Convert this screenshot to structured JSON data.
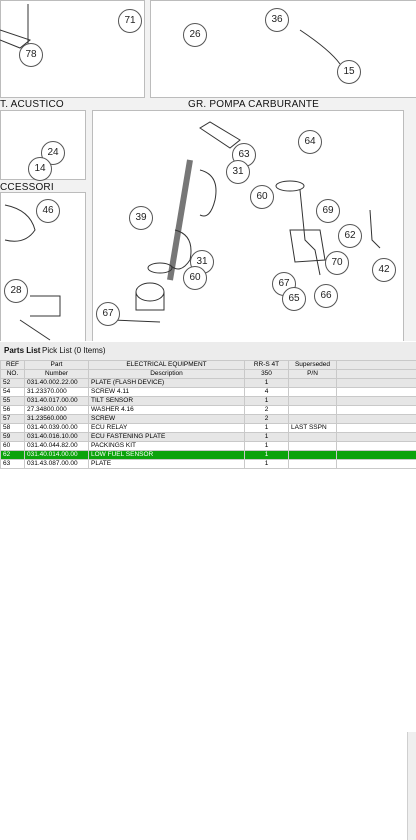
{
  "diagram": {
    "sections": [
      {
        "title": "T. ACUSTICO"
      },
      {
        "title": "GR. POMPA CARBURANTE"
      },
      {
        "title": "CCESSORI"
      }
    ],
    "callouts": [
      "71",
      "26",
      "36",
      "78",
      "15",
      "24",
      "14",
      "64",
      "63",
      "31",
      "60",
      "39",
      "69",
      "62",
      "70",
      "42",
      "31",
      "60",
      "67",
      "66",
      "65",
      "46",
      "28",
      "67"
    ]
  },
  "tabs": {
    "parts_list": "Parts List",
    "pick_list": "Pick List (0 Items)"
  },
  "table": {
    "header_row1": [
      "REF",
      "Part",
      "ELECTRICAL EQUIPMENT",
      "RR-S 4T",
      "Superseded"
    ],
    "header_row2": [
      "NO.",
      "Number",
      "Description",
      "350",
      "P/N"
    ],
    "rows": [
      [
        "52",
        "031.40.002.22.00",
        "PLATE (FLASH DEVICE)",
        "1",
        ""
      ],
      [
        "54",
        "31.23370.000",
        "SCREW 4.11",
        "4",
        ""
      ],
      [
        "55",
        "031.40.017.00.00",
        "TILT SENSOR",
        "1",
        ""
      ],
      [
        "56",
        "27.34800.000",
        "WASHER 4.16",
        "2",
        ""
      ],
      [
        "57",
        "31.23560.000",
        "SCREW",
        "2",
        ""
      ],
      [
        "58",
        "031.40.039.00.00",
        "ECU RELAY",
        "1",
        "LAST SSPN"
      ],
      [
        "59",
        "031.40.016.10.00",
        "ECU FASTENING PLATE",
        "1",
        ""
      ],
      [
        "60",
        "031.40.044.82.00",
        "PACKINGS KIT",
        "1",
        ""
      ],
      [
        "62",
        "031.40.014.00.00",
        "LOW FUEL SENSOR",
        "1",
        ""
      ],
      [
        "63",
        "031.43.087.00.00",
        "PLATE",
        "1",
        ""
      ]
    ],
    "selected_index": 8
  },
  "colors": {
    "selected": "#0ba30b"
  }
}
